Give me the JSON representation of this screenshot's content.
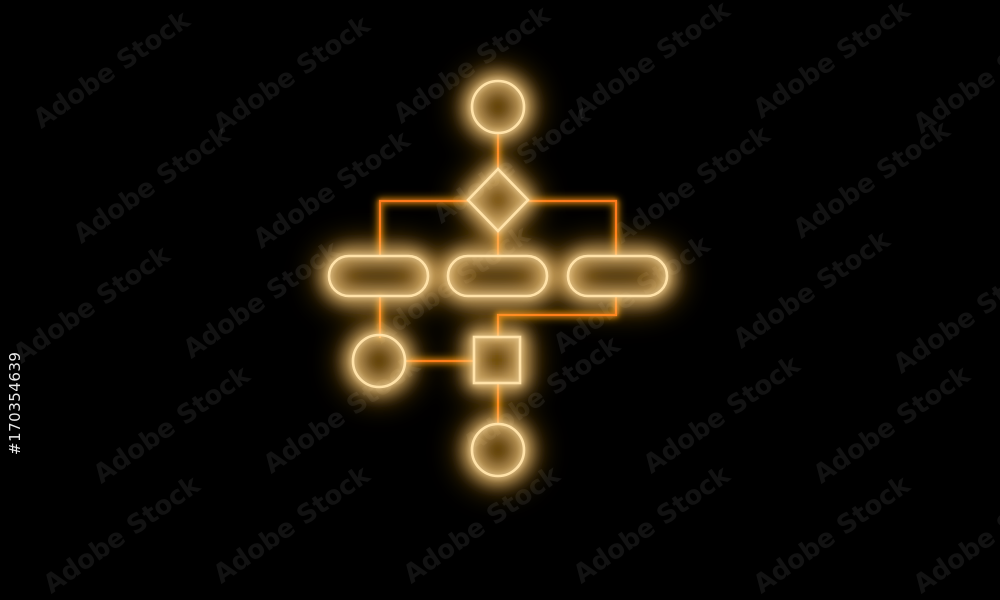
{
  "watermark": {
    "text": "Adobe Stock"
  },
  "stock_id": "#170354639",
  "colors": {
    "background": "#000000",
    "neon_core": "#ffe2a8",
    "neon_mid": "#ff9a1e",
    "neon_glow": "#ff6a00",
    "connector": "#ff7a1a"
  },
  "diagram": {
    "nodes": [
      {
        "id": "start",
        "shape": "circle"
      },
      {
        "id": "decision",
        "shape": "diamond"
      },
      {
        "id": "process-left",
        "shape": "pill"
      },
      {
        "id": "process-center",
        "shape": "pill"
      },
      {
        "id": "process-right",
        "shape": "pill"
      },
      {
        "id": "connector-left",
        "shape": "circle"
      },
      {
        "id": "process-square",
        "shape": "square"
      },
      {
        "id": "end",
        "shape": "circle"
      }
    ],
    "edges": [
      {
        "from": "start",
        "to": "decision"
      },
      {
        "from": "decision",
        "to": "process-left"
      },
      {
        "from": "decision",
        "to": "process-center"
      },
      {
        "from": "decision",
        "to": "process-right"
      },
      {
        "from": "process-left",
        "to": "connector-left"
      },
      {
        "from": "connector-left",
        "to": "process-square"
      },
      {
        "from": "process-right",
        "to": "process-square"
      },
      {
        "from": "process-square",
        "to": "end"
      }
    ]
  }
}
